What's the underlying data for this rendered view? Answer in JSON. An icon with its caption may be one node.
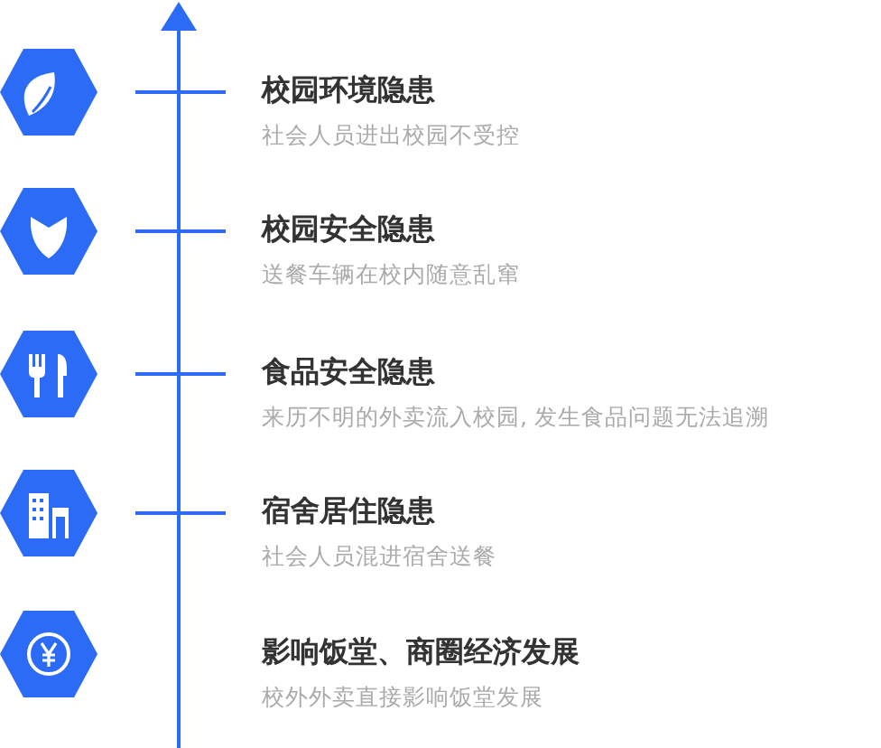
{
  "diagram": {
    "labels": [
      "校园环境隐患",
      "社会人员进出校园不受控",
      "校园安全隐患",
      "送餐车辆在校内随意乱窜",
      "食品安全隐患",
      "来历不明的外卖流入校园, 发生食品问题无法追溯",
      "宿舍居住隐患",
      "社会人员混进宿舍送餐",
      "影响饭堂、商圈经济发展",
      "校外外卖直接影响饭堂发展"
    ]
  }
}
